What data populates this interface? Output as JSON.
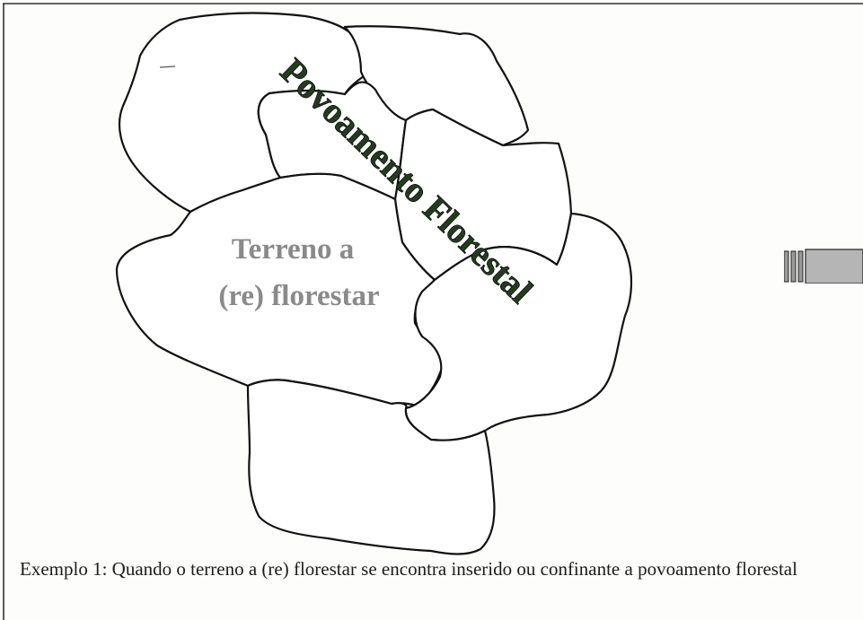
{
  "diagram": {
    "target_label_line1": "Terreno a",
    "target_label_line2": "(re) florestar",
    "forest_label": "Povoamento Florestal"
  },
  "caption": "Exemplo 1: Quando o terreno a (re) florestar se encontra inserido ou confinante a povoamento florestal",
  "colors": {
    "outline": "#111111",
    "target_label": "#8a8a8a",
    "forest_label": "#243b20",
    "nav_block": "#b5b5b5"
  },
  "icons": {
    "navigation": "striped-bar-icon"
  }
}
